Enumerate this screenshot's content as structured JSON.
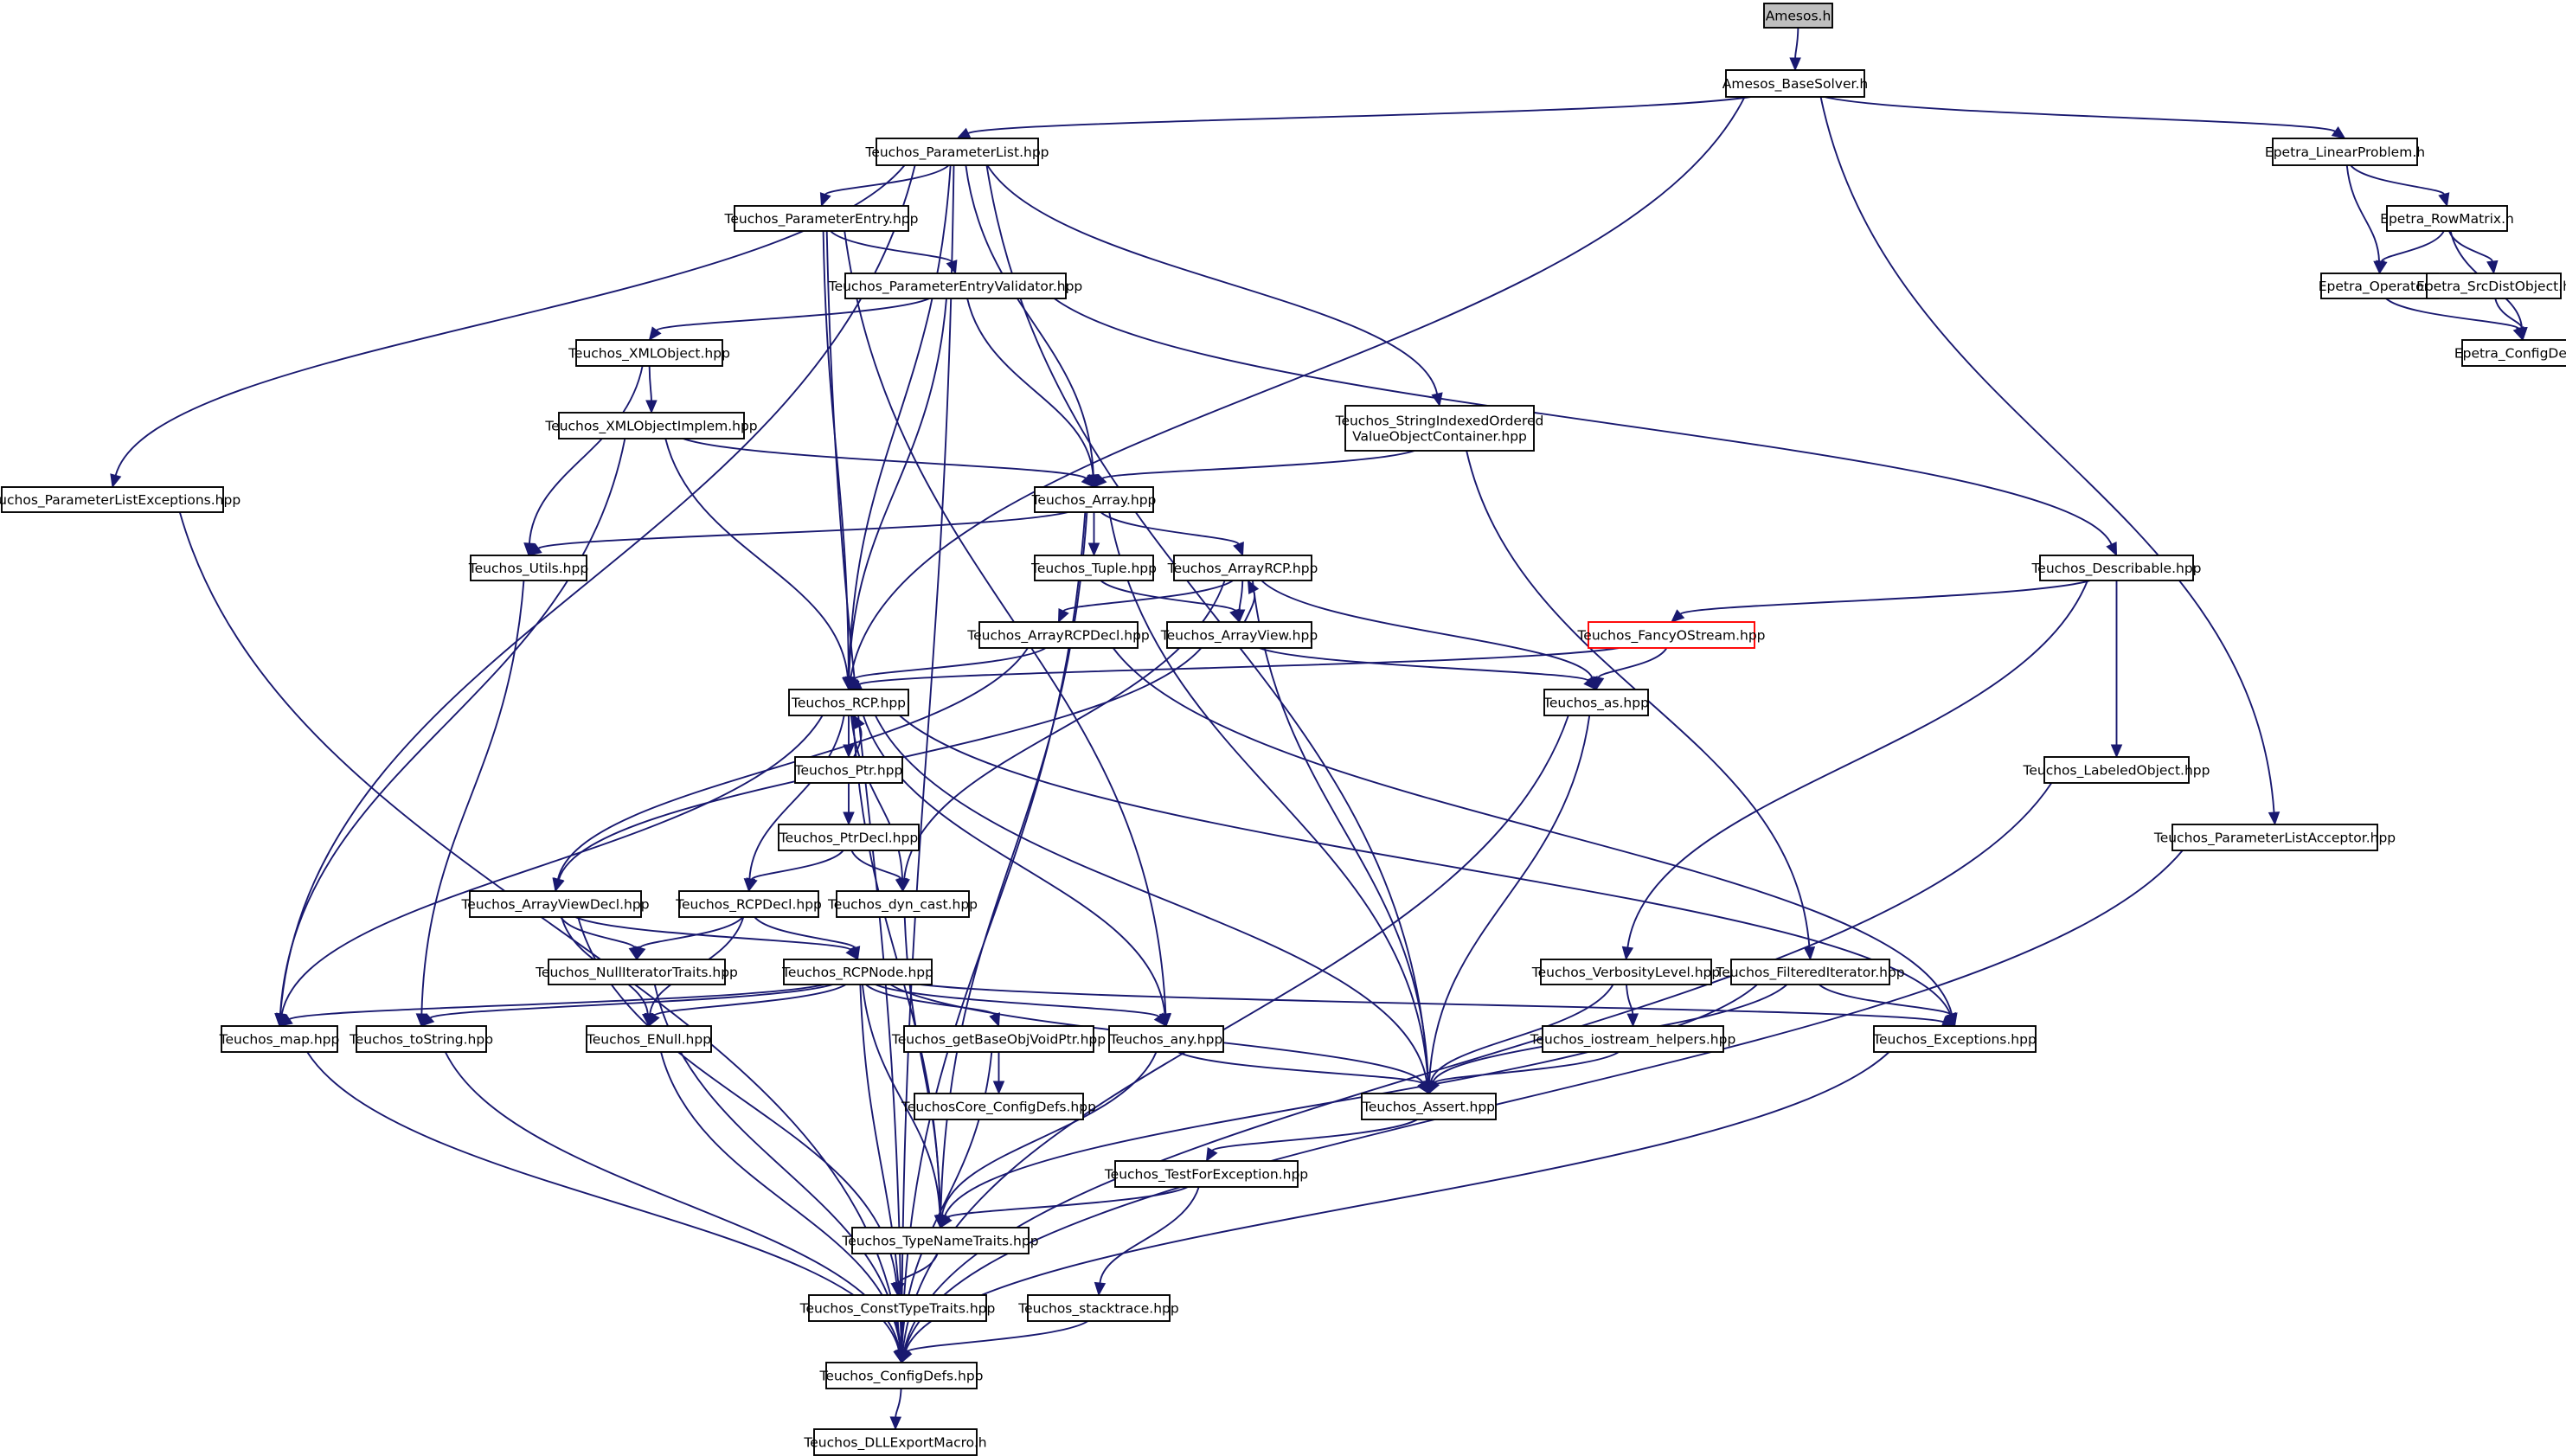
{
  "graph": {
    "nodes": [
      {
        "id": "amesos_h",
        "label": [
          "Amesos.h"
        ],
        "style": "root"
      },
      {
        "id": "amesos_basesolver",
        "label": [
          "Amesos_BaseSolver.h"
        ]
      },
      {
        "id": "paramlist",
        "label": [
          "Teuchos_ParameterList.hpp"
        ]
      },
      {
        "id": "epetra_linearproblem",
        "label": [
          "Epetra_LinearProblem.h"
        ]
      },
      {
        "id": "paramentry",
        "label": [
          "Teuchos_ParameterEntry.hpp"
        ]
      },
      {
        "id": "epetra_rowmatrix",
        "label": [
          "Epetra_RowMatrix.h"
        ]
      },
      {
        "id": "paramentryvalidator",
        "label": [
          "Teuchos_ParameterEntryValidator.hpp"
        ]
      },
      {
        "id": "epetra_operator",
        "label": [
          "Epetra_Operator.h"
        ]
      },
      {
        "id": "epetra_srcdistobject",
        "label": [
          "Epetra_SrcDistObject.h"
        ]
      },
      {
        "id": "xmlobject",
        "label": [
          "Teuchos_XMLObject.hpp"
        ]
      },
      {
        "id": "epetra_configdefs",
        "label": [
          "Epetra_ConfigDefs.h"
        ]
      },
      {
        "id": "stringindexed",
        "label": [
          "Teuchos_StringIndexedOrdered",
          "ValueObjectContainer.hpp"
        ]
      },
      {
        "id": "xmlobjectimplem",
        "label": [
          "Teuchos_XMLObjectImplem.hpp"
        ]
      },
      {
        "id": "paramlistexceptions",
        "label": [
          "Teuchos_ParameterListExceptions.hpp"
        ]
      },
      {
        "id": "array",
        "label": [
          "Teuchos_Array.hpp"
        ]
      },
      {
        "id": "utils",
        "label": [
          "Teuchos_Utils.hpp"
        ]
      },
      {
        "id": "tuple",
        "label": [
          "Teuchos_Tuple.hpp"
        ]
      },
      {
        "id": "arrayrcp",
        "label": [
          "Teuchos_ArrayRCP.hpp"
        ]
      },
      {
        "id": "describable",
        "label": [
          "Teuchos_Describable.hpp"
        ]
      },
      {
        "id": "arrayrcpdecl",
        "label": [
          "Teuchos_ArrayRCPDecl.hpp"
        ]
      },
      {
        "id": "arrayview",
        "label": [
          "Teuchos_ArrayView.hpp"
        ]
      },
      {
        "id": "fancyostream",
        "label": [
          "Teuchos_FancyOStream.hpp"
        ],
        "style": "red"
      },
      {
        "id": "rcp",
        "label": [
          "Teuchos_RCP.hpp"
        ]
      },
      {
        "id": "as",
        "label": [
          "Teuchos_as.hpp"
        ]
      },
      {
        "id": "ptr",
        "label": [
          "Teuchos_Ptr.hpp"
        ]
      },
      {
        "id": "labeledobject",
        "label": [
          "Teuchos_LabeledObject.hpp"
        ]
      },
      {
        "id": "ptrdecl",
        "label": [
          "Teuchos_PtrDecl.hpp"
        ]
      },
      {
        "id": "paramlistacceptor",
        "label": [
          "Teuchos_ParameterListAcceptor.hpp"
        ]
      },
      {
        "id": "arrayviewdecl",
        "label": [
          "Teuchos_ArrayViewDecl.hpp"
        ]
      },
      {
        "id": "rcpdecl",
        "label": [
          "Teuchos_RCPDecl.hpp"
        ]
      },
      {
        "id": "dyncast",
        "label": [
          "Teuchos_dyn_cast.hpp"
        ]
      },
      {
        "id": "nulliterator",
        "label": [
          "Teuchos_NullIteratorTraits.hpp"
        ]
      },
      {
        "id": "rcpnode",
        "label": [
          "Teuchos_RCPNode.hpp"
        ]
      },
      {
        "id": "verbosity",
        "label": [
          "Teuchos_VerbosityLevel.hpp"
        ]
      },
      {
        "id": "filtered",
        "label": [
          "Teuchos_FilteredIterator.hpp"
        ]
      },
      {
        "id": "map",
        "label": [
          "Teuchos_map.hpp"
        ]
      },
      {
        "id": "tostring",
        "label": [
          "Teuchos_toString.hpp"
        ]
      },
      {
        "id": "enull",
        "label": [
          "Teuchos_ENull.hpp"
        ]
      },
      {
        "id": "getbaseobj",
        "label": [
          "Teuchos_getBaseObjVoidPtr.hpp"
        ]
      },
      {
        "id": "any",
        "label": [
          "Teuchos_any.hpp"
        ]
      },
      {
        "id": "iostream",
        "label": [
          "Teuchos_iostream_helpers.hpp"
        ]
      },
      {
        "id": "exceptions",
        "label": [
          "Teuchos_Exceptions.hpp"
        ]
      },
      {
        "id": "coreconfig",
        "label": [
          "TeuchosCore_ConfigDefs.hpp"
        ]
      },
      {
        "id": "assert",
        "label": [
          "Teuchos_Assert.hpp"
        ]
      },
      {
        "id": "testforexception",
        "label": [
          "Teuchos_TestForException.hpp"
        ]
      },
      {
        "id": "typenametraits",
        "label": [
          "Teuchos_TypeNameTraits.hpp"
        ]
      },
      {
        "id": "consttypetraits",
        "label": [
          "Teuchos_ConstTypeTraits.hpp"
        ]
      },
      {
        "id": "stacktrace",
        "label": [
          "Teuchos_stacktrace.hpp"
        ]
      },
      {
        "id": "configdefs",
        "label": [
          "Teuchos_ConfigDefs.hpp"
        ]
      },
      {
        "id": "dllexport",
        "label": [
          "Teuchos_DLLExportMacro.h"
        ]
      }
    ],
    "edges": [
      [
        "amesos_h",
        "amesos_basesolver"
      ],
      [
        "amesos_basesolver",
        "paramlist"
      ],
      [
        "amesos_basesolver",
        "rcp"
      ],
      [
        "amesos_basesolver",
        "epetra_linearproblem"
      ],
      [
        "amesos_basesolver",
        "paramlistacceptor"
      ],
      [
        "paramlist",
        "paramlistexceptions"
      ],
      [
        "paramlist",
        "map"
      ],
      [
        "paramlist",
        "rcp"
      ],
      [
        "paramlist",
        "paramentry"
      ],
      [
        "paramlist",
        "array"
      ],
      [
        "paramlist",
        "assert"
      ],
      [
        "paramlist",
        "stringindexed"
      ],
      [
        "paramlist",
        "configdefs"
      ],
      [
        "epetra_linearproblem",
        "epetra_rowmatrix"
      ],
      [
        "epetra_linearproblem",
        "epetra_operator"
      ],
      [
        "epetra_rowmatrix",
        "epetra_operator"
      ],
      [
        "epetra_rowmatrix",
        "epetra_srcdistobject"
      ],
      [
        "epetra_rowmatrix",
        "epetra_configdefs"
      ],
      [
        "epetra_operator",
        "epetra_configdefs"
      ],
      [
        "epetra_srcdistobject",
        "epetra_configdefs"
      ],
      [
        "paramentry",
        "paramentryvalidator"
      ],
      [
        "paramentry",
        "rcp"
      ],
      [
        "paramentry",
        "any"
      ],
      [
        "paramentry",
        "configdefs"
      ],
      [
        "paramentryvalidator",
        "xmlobject"
      ],
      [
        "paramentryvalidator",
        "rcp"
      ],
      [
        "paramentryvalidator",
        "array"
      ],
      [
        "paramentryvalidator",
        "describable"
      ],
      [
        "xmlobject",
        "xmlobjectimplem"
      ],
      [
        "xmlobject",
        "utils"
      ],
      [
        "xmlobjectimplem",
        "array"
      ],
      [
        "xmlobjectimplem",
        "rcp"
      ],
      [
        "xmlobjectimplem",
        "map"
      ],
      [
        "stringindexed",
        "array"
      ],
      [
        "stringindexed",
        "filtered"
      ],
      [
        "paramlistexceptions",
        "configdefs"
      ],
      [
        "array",
        "utils"
      ],
      [
        "array",
        "tuple"
      ],
      [
        "array",
        "arrayrcp"
      ],
      [
        "array",
        "assert"
      ],
      [
        "array",
        "typenametraits"
      ],
      [
        "array",
        "configdefs"
      ],
      [
        "utils",
        "tostring"
      ],
      [
        "tuple",
        "arrayview"
      ],
      [
        "arrayrcp",
        "arrayrcpdecl"
      ],
      [
        "arrayrcp",
        "arrayview"
      ],
      [
        "arrayrcp",
        "as"
      ],
      [
        "arrayrcp",
        "dyncast"
      ],
      [
        "arrayrcp",
        "assert"
      ],
      [
        "arrayrcpdecl",
        "rcp"
      ],
      [
        "arrayrcpdecl",
        "arrayviewdecl"
      ],
      [
        "arrayrcpdecl",
        "exceptions"
      ],
      [
        "arrayview",
        "arrayrcp"
      ],
      [
        "arrayview",
        "as"
      ],
      [
        "arrayview",
        "arrayviewdecl"
      ],
      [
        "describable",
        "fancyostream"
      ],
      [
        "describable",
        "verbosity"
      ],
      [
        "describable",
        "labeledobject"
      ],
      [
        "fancyostream",
        "rcp"
      ],
      [
        "fancyostream",
        "as"
      ],
      [
        "rcp",
        "ptr"
      ],
      [
        "rcp",
        "rcpdecl"
      ],
      [
        "rcp",
        "dyncast"
      ],
      [
        "rcp",
        "map"
      ],
      [
        "rcp",
        "any"
      ],
      [
        "rcp",
        "assert"
      ],
      [
        "rcp",
        "exceptions"
      ],
      [
        "rcp",
        "typenametraits"
      ],
      [
        "ptr",
        "rcp"
      ],
      [
        "ptr",
        "ptrdecl"
      ],
      [
        "ptrdecl",
        "rcpdecl"
      ],
      [
        "ptrdecl",
        "dyncast"
      ],
      [
        "as",
        "assert"
      ],
      [
        "as",
        "configdefs"
      ],
      [
        "labeledobject",
        "configdefs"
      ],
      [
        "paramlistacceptor",
        "configdefs"
      ],
      [
        "arrayviewdecl",
        "nulliterator"
      ],
      [
        "arrayviewdecl",
        "rcpnode"
      ],
      [
        "arrayviewdecl",
        "enull"
      ],
      [
        "arrayviewdecl",
        "consttypetraits"
      ],
      [
        "rcpdecl",
        "nulliterator"
      ],
      [
        "rcpdecl",
        "rcpnode"
      ],
      [
        "rcpdecl",
        "enull"
      ],
      [
        "dyncast",
        "typenametraits"
      ],
      [
        "nulliterator",
        "configdefs"
      ],
      [
        "rcpnode",
        "map"
      ],
      [
        "rcpnode",
        "tostring"
      ],
      [
        "rcpnode",
        "enull"
      ],
      [
        "rcpnode",
        "getbaseobj"
      ],
      [
        "rcpnode",
        "any"
      ],
      [
        "rcpnode",
        "assert"
      ],
      [
        "rcpnode",
        "exceptions"
      ],
      [
        "rcpnode",
        "typenametraits"
      ],
      [
        "rcpnode",
        "configdefs"
      ],
      [
        "verbosity",
        "iostream"
      ],
      [
        "verbosity",
        "assert"
      ],
      [
        "filtered",
        "exceptions"
      ],
      [
        "filtered",
        "assert"
      ],
      [
        "filtered",
        "typenametraits"
      ],
      [
        "map",
        "configdefs"
      ],
      [
        "tostring",
        "configdefs"
      ],
      [
        "enull",
        "configdefs"
      ],
      [
        "getbaseobj",
        "coreconfig"
      ],
      [
        "getbaseobj",
        "configdefs"
      ],
      [
        "any",
        "assert"
      ],
      [
        "any",
        "typenametraits"
      ],
      [
        "iostream",
        "assert"
      ],
      [
        "exceptions",
        "configdefs"
      ],
      [
        "assert",
        "testforexception"
      ],
      [
        "testforexception",
        "typenametraits"
      ],
      [
        "testforexception",
        "stacktrace"
      ],
      [
        "typenametraits",
        "consttypetraits"
      ],
      [
        "consttypetraits",
        "configdefs"
      ],
      [
        "stacktrace",
        "configdefs"
      ],
      [
        "configdefs",
        "dllexport"
      ]
    ]
  }
}
